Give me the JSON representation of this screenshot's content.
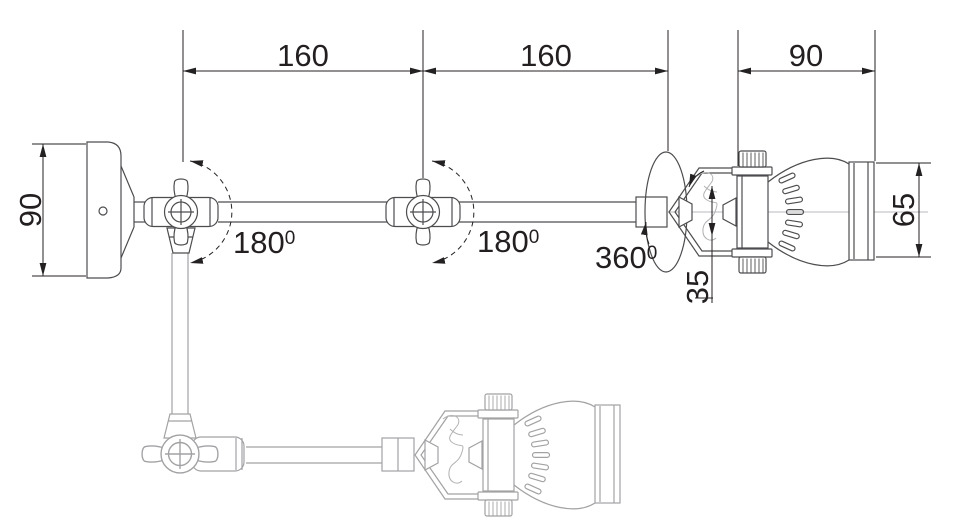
{
  "drawing": {
    "type": "technical-dimension-drawing",
    "subject": "articulated-wall-lamp-two-positions",
    "colors": {
      "background": "#ffffff",
      "primary_lines": "#4d4d50",
      "alternate_position_lines": "#a2a2a5",
      "dimension_lines": "#242122",
      "text": "#231f20"
    }
  },
  "dimensions": {
    "span1": "160",
    "span2": "160",
    "span3": "90",
    "canopy_height": "90",
    "head_diameter": "65",
    "pivot_offset": "35"
  },
  "angles": {
    "joint1": {
      "value": "180",
      "sup": "0"
    },
    "joint2": {
      "value": "180",
      "sup": "0"
    },
    "head_rotation": {
      "value": "360",
      "sup": "0"
    }
  }
}
